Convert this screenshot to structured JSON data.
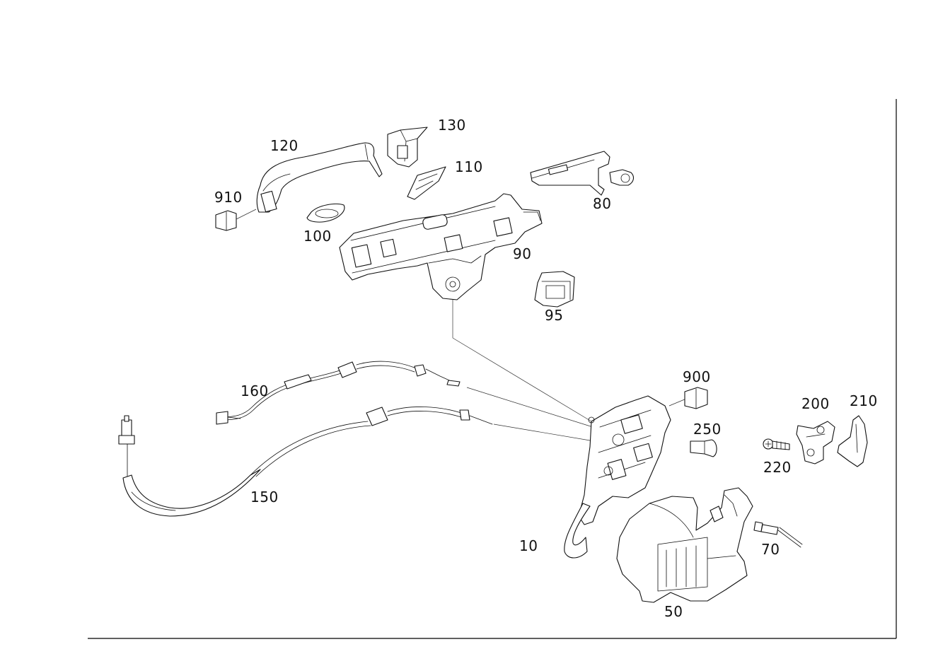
{
  "callouts": {
    "p10": "10",
    "p50": "50",
    "p70": "70",
    "p80": "80",
    "p90": "90",
    "p95": "95",
    "p100": "100",
    "p110": "110",
    "p120": "120",
    "p130": "130",
    "p150": "150",
    "p160": "160",
    "p200": "200",
    "p210": "210",
    "p220": "220",
    "p250": "250",
    "p900": "900",
    "p910": "910"
  }
}
